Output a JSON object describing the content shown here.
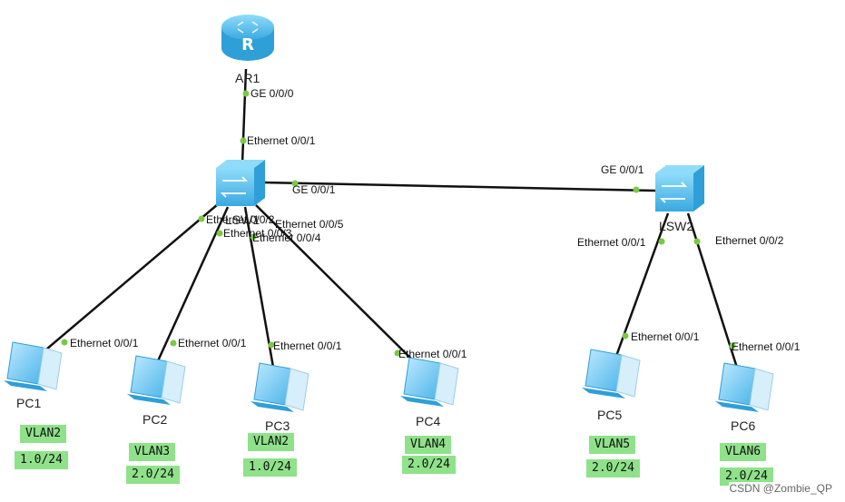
{
  "devices": {
    "router": {
      "name": "AR1",
      "port": "GE 0/0/0"
    },
    "lsw1": {
      "name": "LSW1",
      "uplink_port": "Ethernet 0/0/1",
      "trunk_port": "GE 0/0/1",
      "port_a": "Ethernet 0/0/2",
      "port_b": "Ethernet 0/0/3",
      "port_c": "Ethernet 0/0/4",
      "port_d": "Ethernet 0/0/5"
    },
    "lsw2": {
      "name": "LSW2",
      "trunk_port": "GE 0/0/1",
      "port_left": "Ethernet 0/0/1",
      "port_right": "Ethernet 0/0/2"
    },
    "pcs": [
      {
        "name": "PC1",
        "port": "Ethernet 0/0/1",
        "vlan": "VLAN2",
        "net": "1.0/24"
      },
      {
        "name": "PC2",
        "port": "Ethernet 0/0/1",
        "vlan": "VLAN3",
        "net": "2.0/24"
      },
      {
        "name": "PC3",
        "port": "Ethernet 0/0/1",
        "vlan": "VLAN2",
        "net": "1.0/24"
      },
      {
        "name": "PC4",
        "port": "Ethernet 0/0/1",
        "vlan": "VLAN4",
        "net": "2.0/24"
      },
      {
        "name": "PC5",
        "port": "Ethernet 0/0/1",
        "vlan": "VLAN5",
        "net": "2.0/24"
      },
      {
        "name": "PC6",
        "port": "Ethernet 0/0/1",
        "vlan": "VLAN6",
        "net": "2.0/24"
      }
    ]
  },
  "watermark": "CSDN @Zombie_QP",
  "colors": {
    "link": "#111111",
    "port_dot": "#7ac943",
    "device_blue": "#5cc6f2",
    "device_dark": "#2f9fd8",
    "tag_bg": "#8fe28a"
  }
}
